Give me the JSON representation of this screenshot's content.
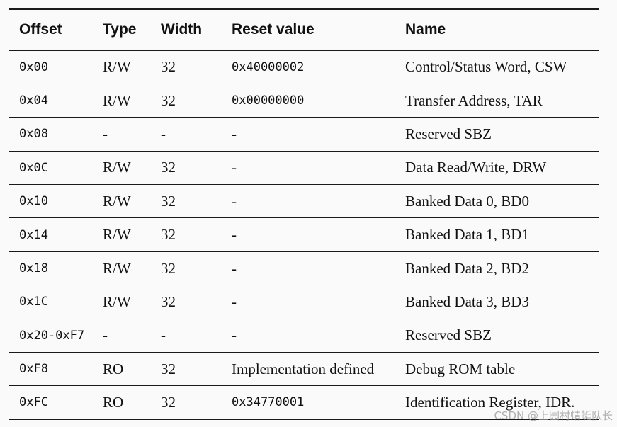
{
  "table": {
    "headers": {
      "offset": "Offset",
      "type": "Type",
      "width": "Width",
      "reset": "Reset value",
      "name": "Name"
    },
    "rows": [
      {
        "offset": "0x00",
        "type": "R/W",
        "width": "32",
        "reset": "0x40000002",
        "name": "Control/Status Word, CSW"
      },
      {
        "offset": "0x04",
        "type": "R/W",
        "width": "32",
        "reset": "0x00000000",
        "name": "Transfer Address, TAR"
      },
      {
        "offset": "0x08",
        "type": "-",
        "width": "-",
        "reset": "-",
        "name": "Reserved SBZ"
      },
      {
        "offset": "0x0C",
        "type": "R/W",
        "width": "32",
        "reset": "-",
        "name": "Data Read/Write, DRW"
      },
      {
        "offset": "0x10",
        "type": "R/W",
        "width": "32",
        "reset": "-",
        "name": "Banked Data 0, BD0"
      },
      {
        "offset": "0x14",
        "type": "R/W",
        "width": "32",
        "reset": "-",
        "name": "Banked Data 1, BD1"
      },
      {
        "offset": "0x18",
        "type": "R/W",
        "width": "32",
        "reset": "-",
        "name": "Banked Data 2, BD2"
      },
      {
        "offset": "0x1C",
        "type": "R/W",
        "width": "32",
        "reset": "-",
        "name": "Banked Data 3, BD3"
      },
      {
        "offset": "0x20-0xF7",
        "type": "-",
        "width": "-",
        "reset": "-",
        "name": "Reserved SBZ"
      },
      {
        "offset": "0xF8",
        "type": "RO",
        "width": "32",
        "reset": "Implementation defined",
        "name": "Debug ROM table"
      },
      {
        "offset": "0xFC",
        "type": "RO",
        "width": "32",
        "reset": "0x34770001",
        "name": "Identification Register, IDR."
      }
    ]
  },
  "watermark": "CSDN @上园村蜻蜓队长"
}
